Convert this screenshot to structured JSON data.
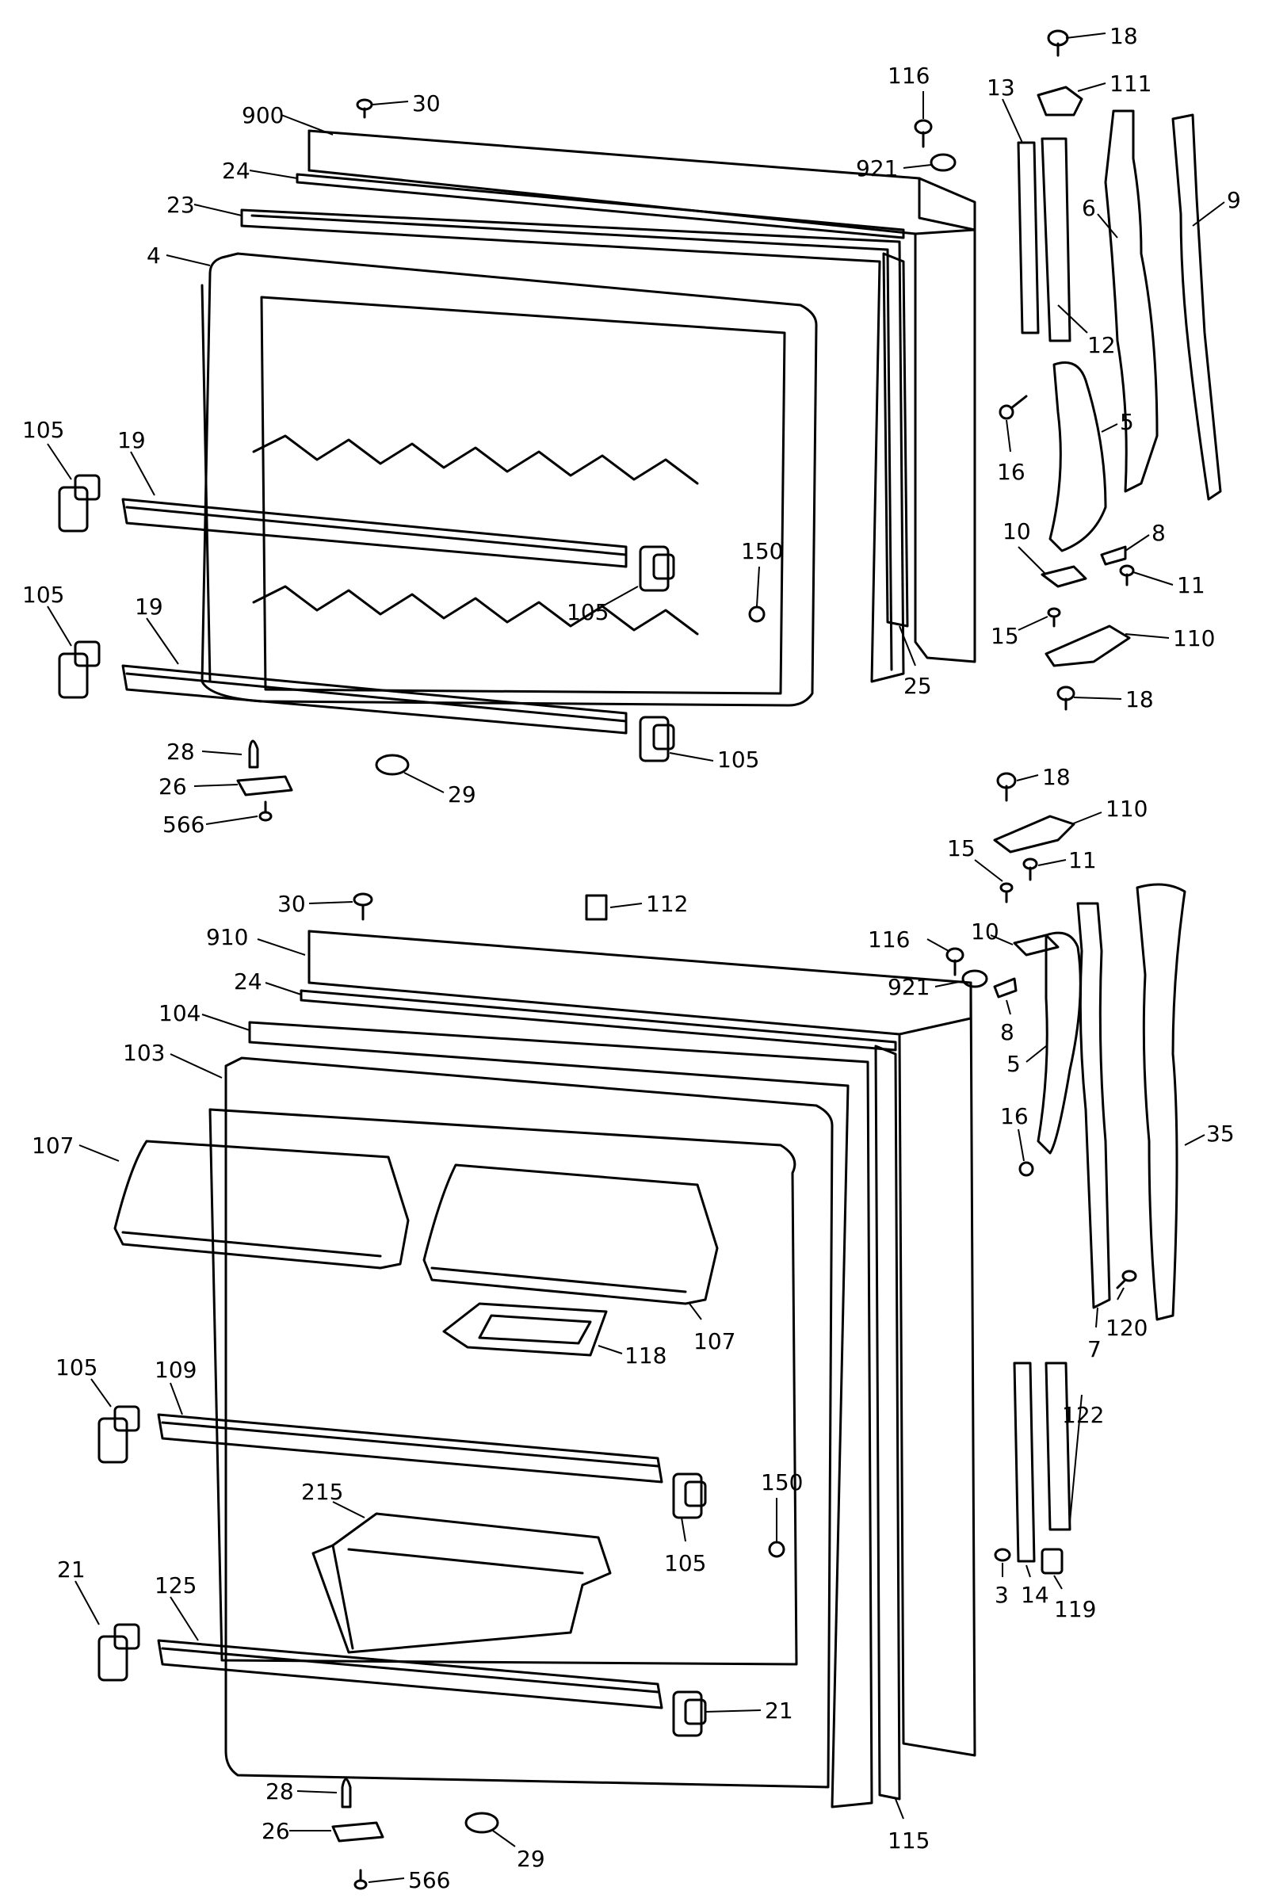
{
  "callouts": [
    {
      "id": "c-18-top",
      "label": "18"
    },
    {
      "id": "c-30-top",
      "label": "30"
    },
    {
      "id": "c-900",
      "label": "900"
    },
    {
      "id": "c-116-top",
      "label": "116"
    },
    {
      "id": "c-13",
      "label": "13"
    },
    {
      "id": "c-111",
      "label": "111"
    },
    {
      "id": "c-24-top",
      "label": "24"
    },
    {
      "id": "c-921-top",
      "label": "921"
    },
    {
      "id": "c-23",
      "label": "23"
    },
    {
      "id": "c-6",
      "label": "6"
    },
    {
      "id": "c-9",
      "label": "9"
    },
    {
      "id": "c-4",
      "label": "4"
    },
    {
      "id": "c-12",
      "label": "12"
    },
    {
      "id": "c-105-a",
      "label": "105"
    },
    {
      "id": "c-19-a",
      "label": "19"
    },
    {
      "id": "c-5-top",
      "label": "5"
    },
    {
      "id": "c-16-top",
      "label": "16"
    },
    {
      "id": "c-10-top",
      "label": "10"
    },
    {
      "id": "c-8-top",
      "label": "8"
    },
    {
      "id": "c-11-top",
      "label": "11"
    },
    {
      "id": "c-150-top",
      "label": "150"
    },
    {
      "id": "c-105-b",
      "label": "105"
    },
    {
      "id": "c-105-c",
      "label": "105"
    },
    {
      "id": "c-19-b",
      "label": "19"
    },
    {
      "id": "c-15-top",
      "label": "15"
    },
    {
      "id": "c-110-top",
      "label": "110"
    },
    {
      "id": "c-25",
      "label": "25"
    },
    {
      "id": "c-18-mid",
      "label": "18"
    },
    {
      "id": "c-28-top",
      "label": "28"
    },
    {
      "id": "c-105-d",
      "label": "105"
    },
    {
      "id": "c-26-top",
      "label": "26"
    },
    {
      "id": "c-29-top",
      "label": "29"
    },
    {
      "id": "c-566-top",
      "label": "566"
    },
    {
      "id": "c-18-b",
      "label": "18"
    },
    {
      "id": "c-110-b",
      "label": "110"
    },
    {
      "id": "c-15-b",
      "label": "15"
    },
    {
      "id": "c-11-b",
      "label": "11"
    },
    {
      "id": "c-30-b",
      "label": "30"
    },
    {
      "id": "c-112",
      "label": "112"
    },
    {
      "id": "c-116-b",
      "label": "116"
    },
    {
      "id": "c-10-b",
      "label": "10"
    },
    {
      "id": "c-910",
      "label": "910"
    },
    {
      "id": "c-921-b",
      "label": "921"
    },
    {
      "id": "c-24-b",
      "label": "24"
    },
    {
      "id": "c-8-b",
      "label": "8"
    },
    {
      "id": "c-104",
      "label": "104"
    },
    {
      "id": "c-5-b",
      "label": "5"
    },
    {
      "id": "c-103",
      "label": "103"
    },
    {
      "id": "c-16-b",
      "label": "16"
    },
    {
      "id": "c-35",
      "label": "35"
    },
    {
      "id": "c-107-a",
      "label": "107"
    },
    {
      "id": "c-120",
      "label": "120"
    },
    {
      "id": "c-7",
      "label": "7"
    },
    {
      "id": "c-107-b",
      "label": "107"
    },
    {
      "id": "c-118",
      "label": "118"
    },
    {
      "id": "c-122",
      "label": "122"
    },
    {
      "id": "c-105-e",
      "label": "105"
    },
    {
      "id": "c-109",
      "label": "109"
    },
    {
      "id": "c-3",
      "label": "3"
    },
    {
      "id": "c-14",
      "label": "14"
    },
    {
      "id": "c-119",
      "label": "119"
    },
    {
      "id": "c-150-b",
      "label": "150"
    },
    {
      "id": "c-215",
      "label": "215"
    },
    {
      "id": "c-105-f",
      "label": "105"
    },
    {
      "id": "c-21-a",
      "label": "21"
    },
    {
      "id": "c-125",
      "label": "125"
    },
    {
      "id": "c-21-b",
      "label": "21"
    },
    {
      "id": "c-115",
      "label": "115"
    },
    {
      "id": "c-28-b",
      "label": "28"
    },
    {
      "id": "c-26-b",
      "label": "26"
    },
    {
      "id": "c-566-b",
      "label": "566"
    },
    {
      "id": "c-29-b",
      "label": "29"
    }
  ]
}
